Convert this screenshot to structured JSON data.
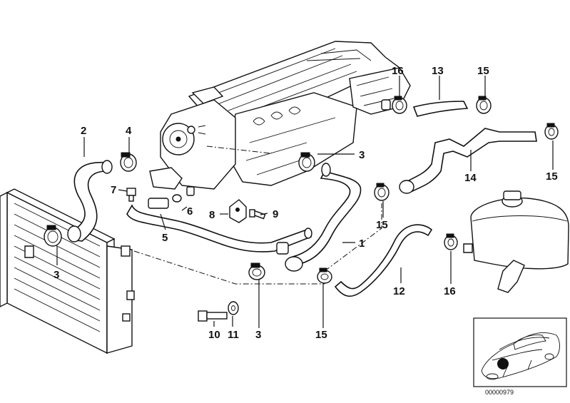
{
  "callouts": [
    {
      "id": "c2",
      "label": "2"
    },
    {
      "id": "c4",
      "label": "4"
    },
    {
      "id": "c7",
      "label": "7"
    },
    {
      "id": "c6",
      "label": "6"
    },
    {
      "id": "c8",
      "label": "8"
    },
    {
      "id": "c9",
      "label": "9"
    },
    {
      "id": "c5",
      "label": "5"
    },
    {
      "id": "c3a",
      "label": "3"
    },
    {
      "id": "c3b",
      "label": "3"
    },
    {
      "id": "c3c",
      "label": "3"
    },
    {
      "id": "c1",
      "label": "1"
    },
    {
      "id": "c10",
      "label": "10"
    },
    {
      "id": "c11",
      "label": "11"
    },
    {
      "id": "c15a",
      "label": "15"
    },
    {
      "id": "c15b",
      "label": "15"
    },
    {
      "id": "c15c",
      "label": "15"
    },
    {
      "id": "c15d",
      "label": "15"
    },
    {
      "id": "c12",
      "label": "12"
    },
    {
      "id": "c16a",
      "label": "16"
    },
    {
      "id": "c16b",
      "label": "16"
    },
    {
      "id": "c13",
      "label": "13"
    },
    {
      "id": "c14",
      "label": "14"
    }
  ],
  "reference_number": "00000979",
  "inset": {
    "description_icon": "car-location-icon"
  }
}
